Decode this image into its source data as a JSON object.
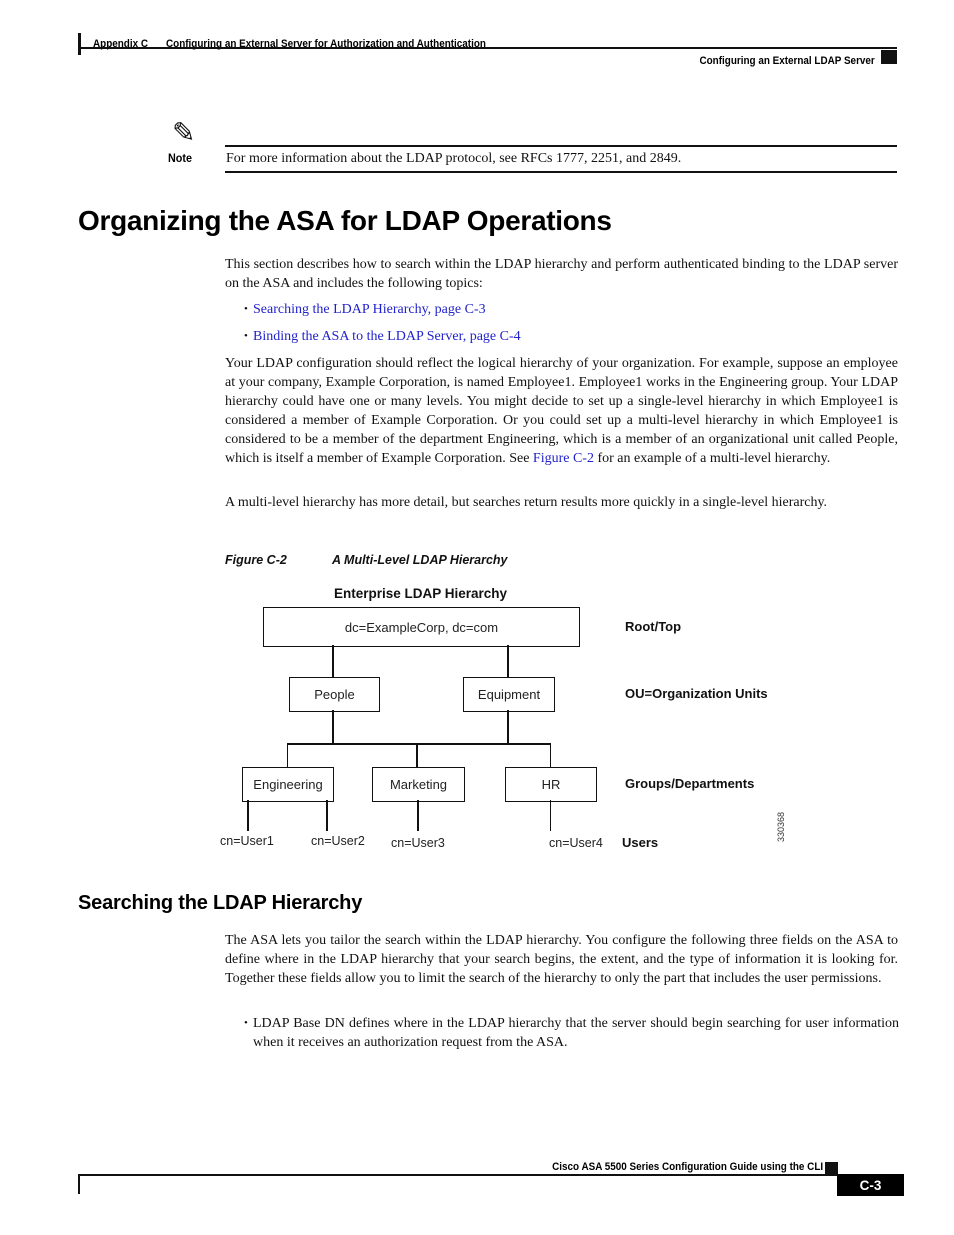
{
  "header": {
    "appendix": "Appendix C",
    "chapter": "Configuring an External Server for Authorization and Authentication",
    "section": "Configuring an External LDAP Server"
  },
  "note": {
    "label": "Note",
    "icon": "pencil-icon",
    "text": "For more information about the LDAP protocol, see RFCs 1777, 2251, and 2849."
  },
  "section": {
    "title": "Organizing the ASA for LDAP Operations",
    "intro": "This section describes how to search within the LDAP hierarchy and perform authenticated binding to the LDAP server on the ASA and includes the following topics:",
    "links": [
      "Searching the LDAP Hierarchy, page C-3",
      "Binding the ASA to the LDAP Server, page C-4"
    ],
    "para_hierarchy_before": "Your LDAP configuration should reflect the logical hierarchy of your organization. For example, suppose an employee at your company, Example Corporation, is named Employee1. Employee1 works in the Engineering group. Your LDAP hierarchy could have one or many levels. You might decide to set up a single-level hierarchy in which Employee1 is considered a member of Example Corporation. Or you could set up a multi-level hierarchy in which Employee1 is considered to be a member of the department Engineering, which is a member of an organizational unit called People, which is itself a member of Example Corporation. See ",
    "para_hierarchy_link": "Figure C-2",
    "para_hierarchy_after": " for an example of a multi-level hierarchy.",
    "para_multilevel": "A multi-level hierarchy has more detail, but searches return results more quickly in a single-level hierarchy."
  },
  "figure": {
    "label": "Figure C-2",
    "title": "A Multi-Level LDAP Hierarchy",
    "diagram_title": "Enterprise LDAP Hierarchy",
    "root_box": "dc=ExampleCorp, dc=com",
    "ou_boxes": [
      "People",
      "Equipment"
    ],
    "group_boxes": [
      "Engineering",
      "Marketing",
      "HR"
    ],
    "users": [
      "cn=User1",
      "cn=User2",
      "cn=User3",
      "cn=User4"
    ],
    "side_labels": [
      "Root/Top",
      "OU=Organization Units",
      "Groups/Departments",
      "Users"
    ],
    "figure_number": "330368"
  },
  "subsection": {
    "title": "Searching the LDAP Hierarchy",
    "body": "The ASA lets you tailor the search within the LDAP hierarchy. You configure the following three fields on the ASA to define where in the LDAP hierarchy that your search begins, the extent, and the type of information it is looking for. Together these fields allow you to limit the search of the hierarchy to only the part that includes the user permissions.",
    "bullet": "LDAP Base DN defines where in the LDAP hierarchy that the server should begin searching for user information when it receives an authorization request from the ASA."
  },
  "footer": {
    "guide": "Cisco ASA 5500 Series Configuration Guide using the CLI",
    "page_number": "C-3"
  },
  "colors": {
    "link": "#2222cc",
    "text": "#111111"
  }
}
